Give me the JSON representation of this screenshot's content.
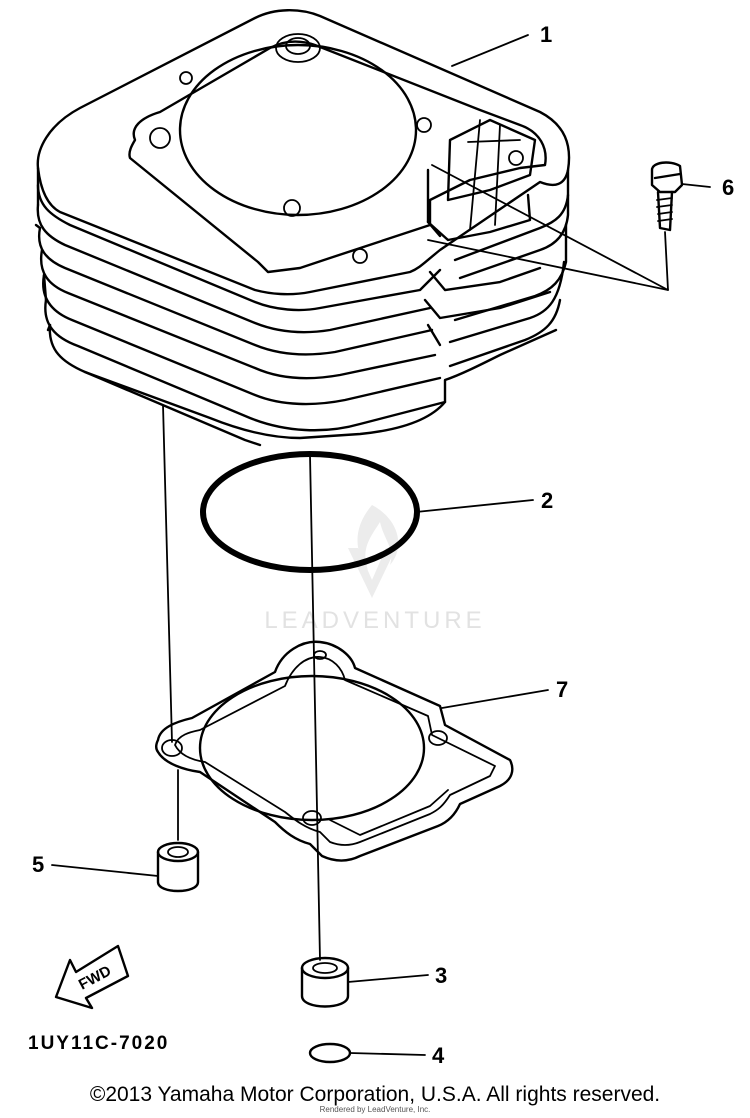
{
  "callouts": {
    "part_1": "1",
    "part_2": "2",
    "part_3": "3",
    "part_4": "4",
    "part_5": "5",
    "part_6": "6",
    "part_7": "7"
  },
  "fwd_label": "FWD",
  "diagram_code": "1UY11C-7020",
  "watermark": "LEADVENTURE",
  "copyright": "©2013 Yamaha Motor Corporation, U.S.A. All rights reserved.",
  "rendered_by": "Rendered by LeadVenture, Inc."
}
